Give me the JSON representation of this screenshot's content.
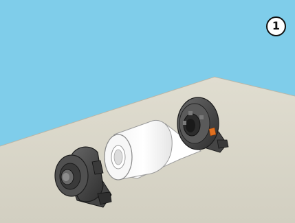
{
  "step": {
    "number": "1"
  },
  "colors": {
    "sky": "#7fcdea",
    "floor": "#d9d6c8",
    "paper": "#ffffff",
    "holder_dark": "#3f3f3f",
    "holder_mid": "#5e5e5e",
    "holder_light": "#8a8a8a",
    "accent_orange": "#e07020"
  },
  "illustration": {
    "items": [
      "left-roll-holder",
      "paper-roll",
      "right-roll-holder"
    ]
  }
}
